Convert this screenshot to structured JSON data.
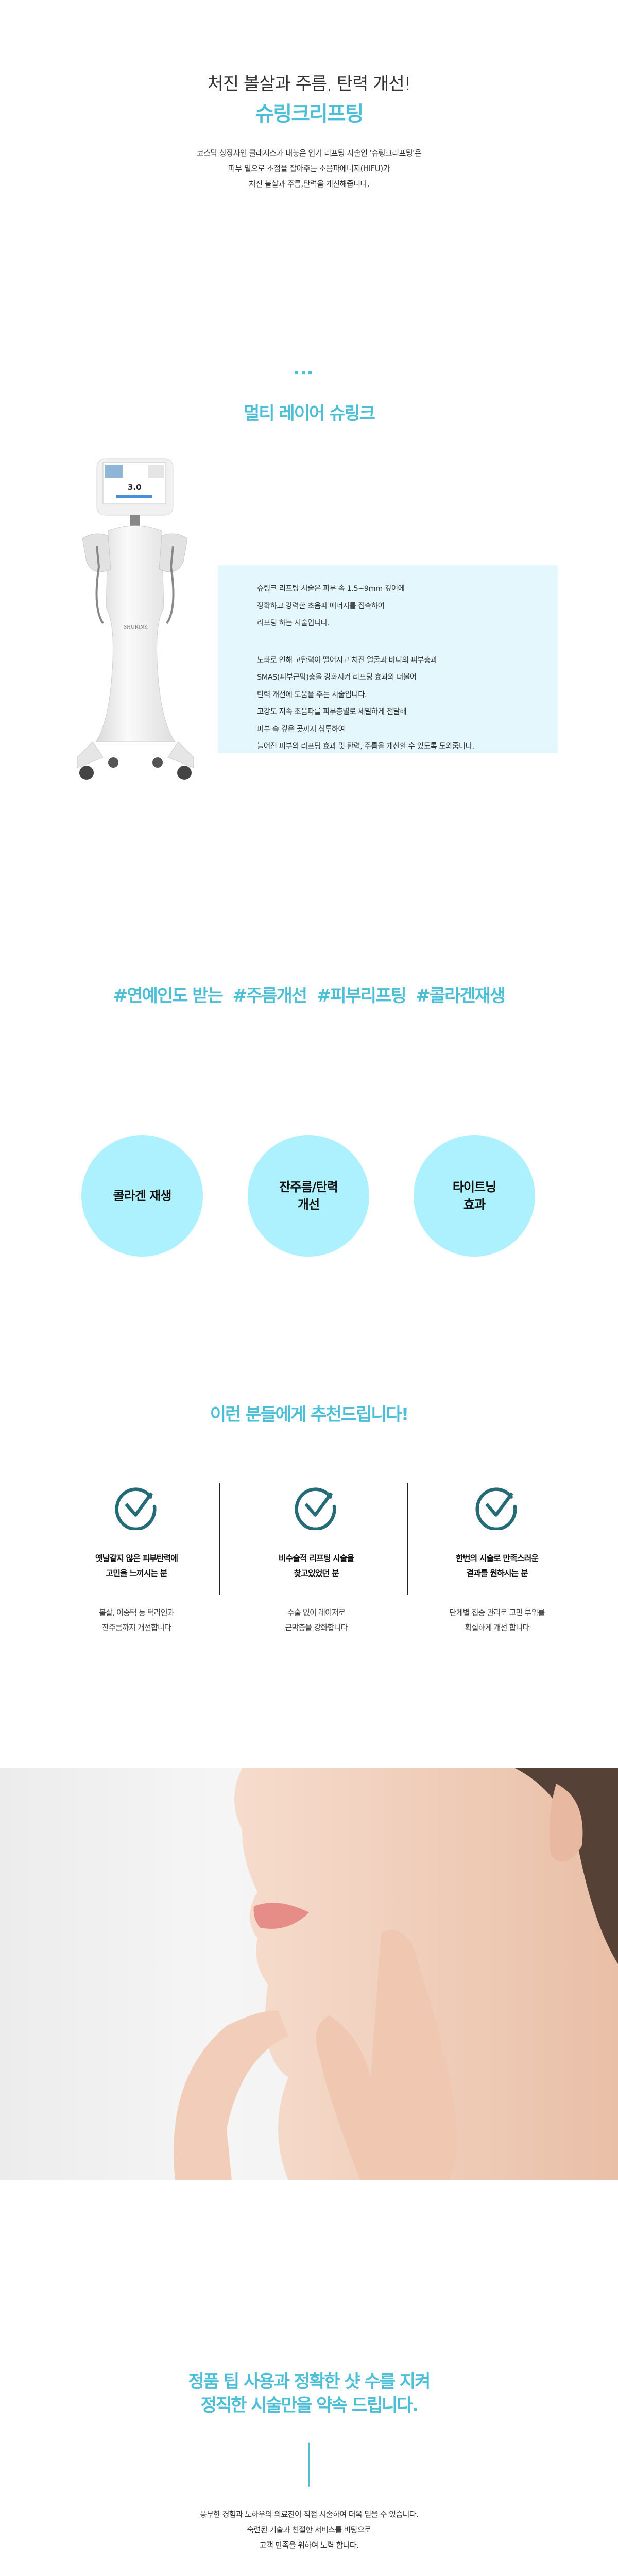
{
  "colors": {
    "accent": "#4bbfd7",
    "circle": "#adf1fe",
    "info_box": "#e3f7fd",
    "check_icon": "#246b78"
  },
  "hero": {
    "subtitle": "처진 볼살과 주름, 탄력 개선!",
    "title": "슈링크리프팅",
    "description": [
      "코스닥 상장사인 클래시스가 내놓은 인기 리프팅 시술인 '슈링크리프팅'은",
      "피부 밑으로 초점을 잡아주는 초음파에너지(HIFU)가",
      "처진 볼살과 주름,탄력을 개선해줍니다."
    ]
  },
  "multi_layer": {
    "title": "멀티 레이어 슈링크",
    "device_screen_value": "3.0",
    "device_brand": "SHURINK",
    "paragraph1": [
      "슈링크 리프팅 시술은 피부 속 1.5~9mm 깊이에",
      "정확하고 강력한 초음파 에너지를 집속하여",
      "리프팅 하는 시술입니다."
    ],
    "paragraph2": [
      "노화로 인해 고탄력이 떨어지고 처진 얼굴과 바디의 피부층과",
      "SMAS(피부근막)층을 강화시켜 리프팅 효과와 더불어",
      "탄력 개선에 도움을 주는 시술입니다.",
      "고강도 지속 초음파를 피부층별로 세밀하게 전달해",
      "피부 속 깊은 곳까지 침투하여",
      "늘어진 피부의 리프팅 효과 및 탄력, 주름을 개선할 수 있도록 도와줍니다."
    ]
  },
  "hashtags": "#연예인도 받는  #주름개선  #피부리프팅  #콜라겐재생",
  "effects": [
    {
      "line1": "콜라겐 재생",
      "line2": ""
    },
    {
      "line1": "잔주름/탄력",
      "line2": "개선"
    },
    {
      "line1": "타이트닝",
      "line2": "효과"
    }
  ],
  "recommend": {
    "title": "이런 분들에게 추천드립니다!",
    "items": [
      {
        "title1": "옛날같지 않은 피부탄력에",
        "title2": "고민을 느끼시는 분",
        "desc1": "볼살, 이중턱 등 턱라인과",
        "desc2": "잔주름까지 개선합니다"
      },
      {
        "title1": "비수술적 리프팅 시술을",
        "title2": "찾고있었던 분",
        "desc1": "수술 없이 레이저로",
        "desc2": "근막층을 강화합니다"
      },
      {
        "title1": "한번의 시술로 만족스러운",
        "title2": "결과를 원하시는 분",
        "desc1": "단계별 집중 관리로 고민 부위를",
        "desc2": "확실하게 개선 합니다"
      }
    ]
  },
  "promise": {
    "title1": "정품 팁 사용과 정확한 샷 수를 지켜",
    "title2": "정직한 시술만을 약속 드립니다.",
    "desc": [
      "풍부한 경험과 노하우의 의료진이 직접 시술하여 더욱 믿을 수 있습니다.",
      "숙련된 기술과 친절한 서비스를 바탕으로",
      "고객 만족을 위하여 노력 합니다."
    ]
  }
}
